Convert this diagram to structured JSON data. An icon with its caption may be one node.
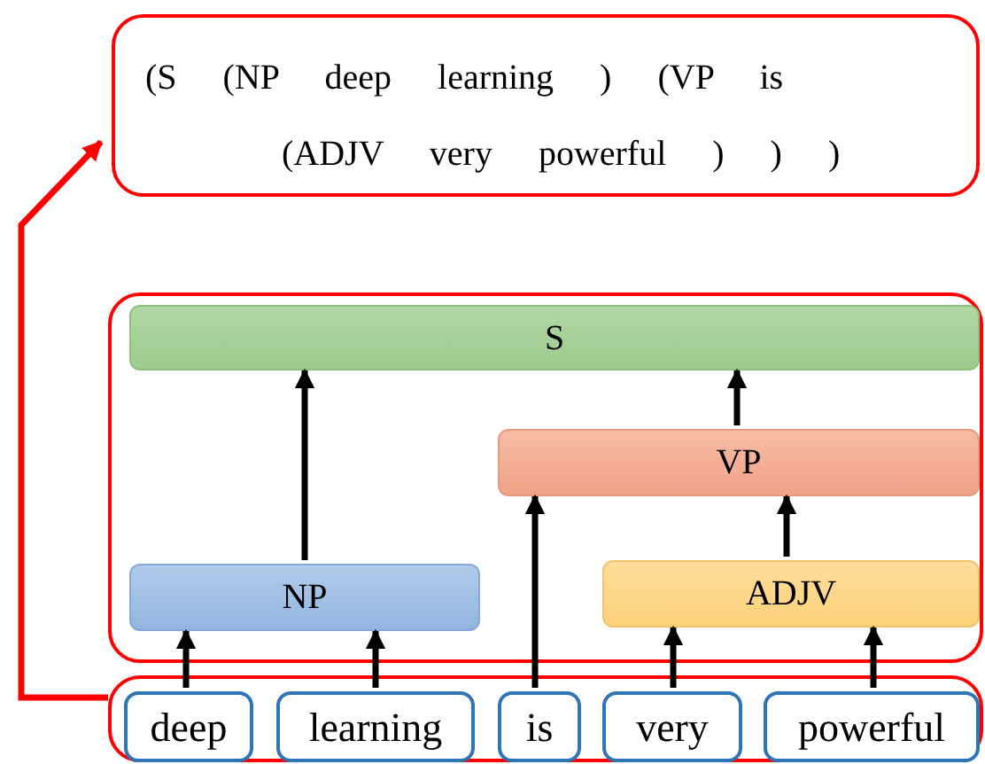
{
  "diagram": {
    "nodes": [
      {
        "text": [
          "(S (NP deep learning ) (VP is (ADJV very powerful ) ) )"
        ]
      },
      {
        "text": [],
        "shape": "box"
      },
      {
        "text": [
          "S"
        ],
        "in": 1
      },
      {
        "text": [
          "VP"
        ],
        "in": 1
      },
      {
        "text": [
          "NP"
        ],
        "in": 1
      },
      {
        "text": [
          "ADJV"
        ],
        "in": 1
      },
      {
        "text": [],
        "shape": "box"
      },
      {
        "text": [
          "deep"
        ],
        "in": 6
      },
      {
        "text": [
          "learning"
        ],
        "in": 6
      },
      {
        "text": [
          "is"
        ],
        "in": 6
      },
      {
        "text": [
          "very"
        ],
        "in": 6
      },
      {
        "text": [
          "powerful"
        ],
        "in": 6
      }
    ],
    "edges": [
      {
        "from": 7,
        "to": 4,
        "arrow": "to"
      },
      {
        "from": 8,
        "to": 4,
        "arrow": "to"
      },
      {
        "from": 4,
        "to": 2,
        "arrow": "to"
      },
      {
        "from": 9,
        "to": 3,
        "arrow": "to"
      },
      {
        "from": 10,
        "to": 5,
        "arrow": "to"
      },
      {
        "from": 11,
        "to": 5,
        "arrow": "to"
      },
      {
        "from": 5,
        "to": 3,
        "arrow": "to"
      },
      {
        "from": 3,
        "to": 2,
        "arrow": "to"
      },
      {
        "from": 6,
        "to": 0,
        "arrow": "to",
        "color": "#ff0000"
      }
    ]
  }
}
